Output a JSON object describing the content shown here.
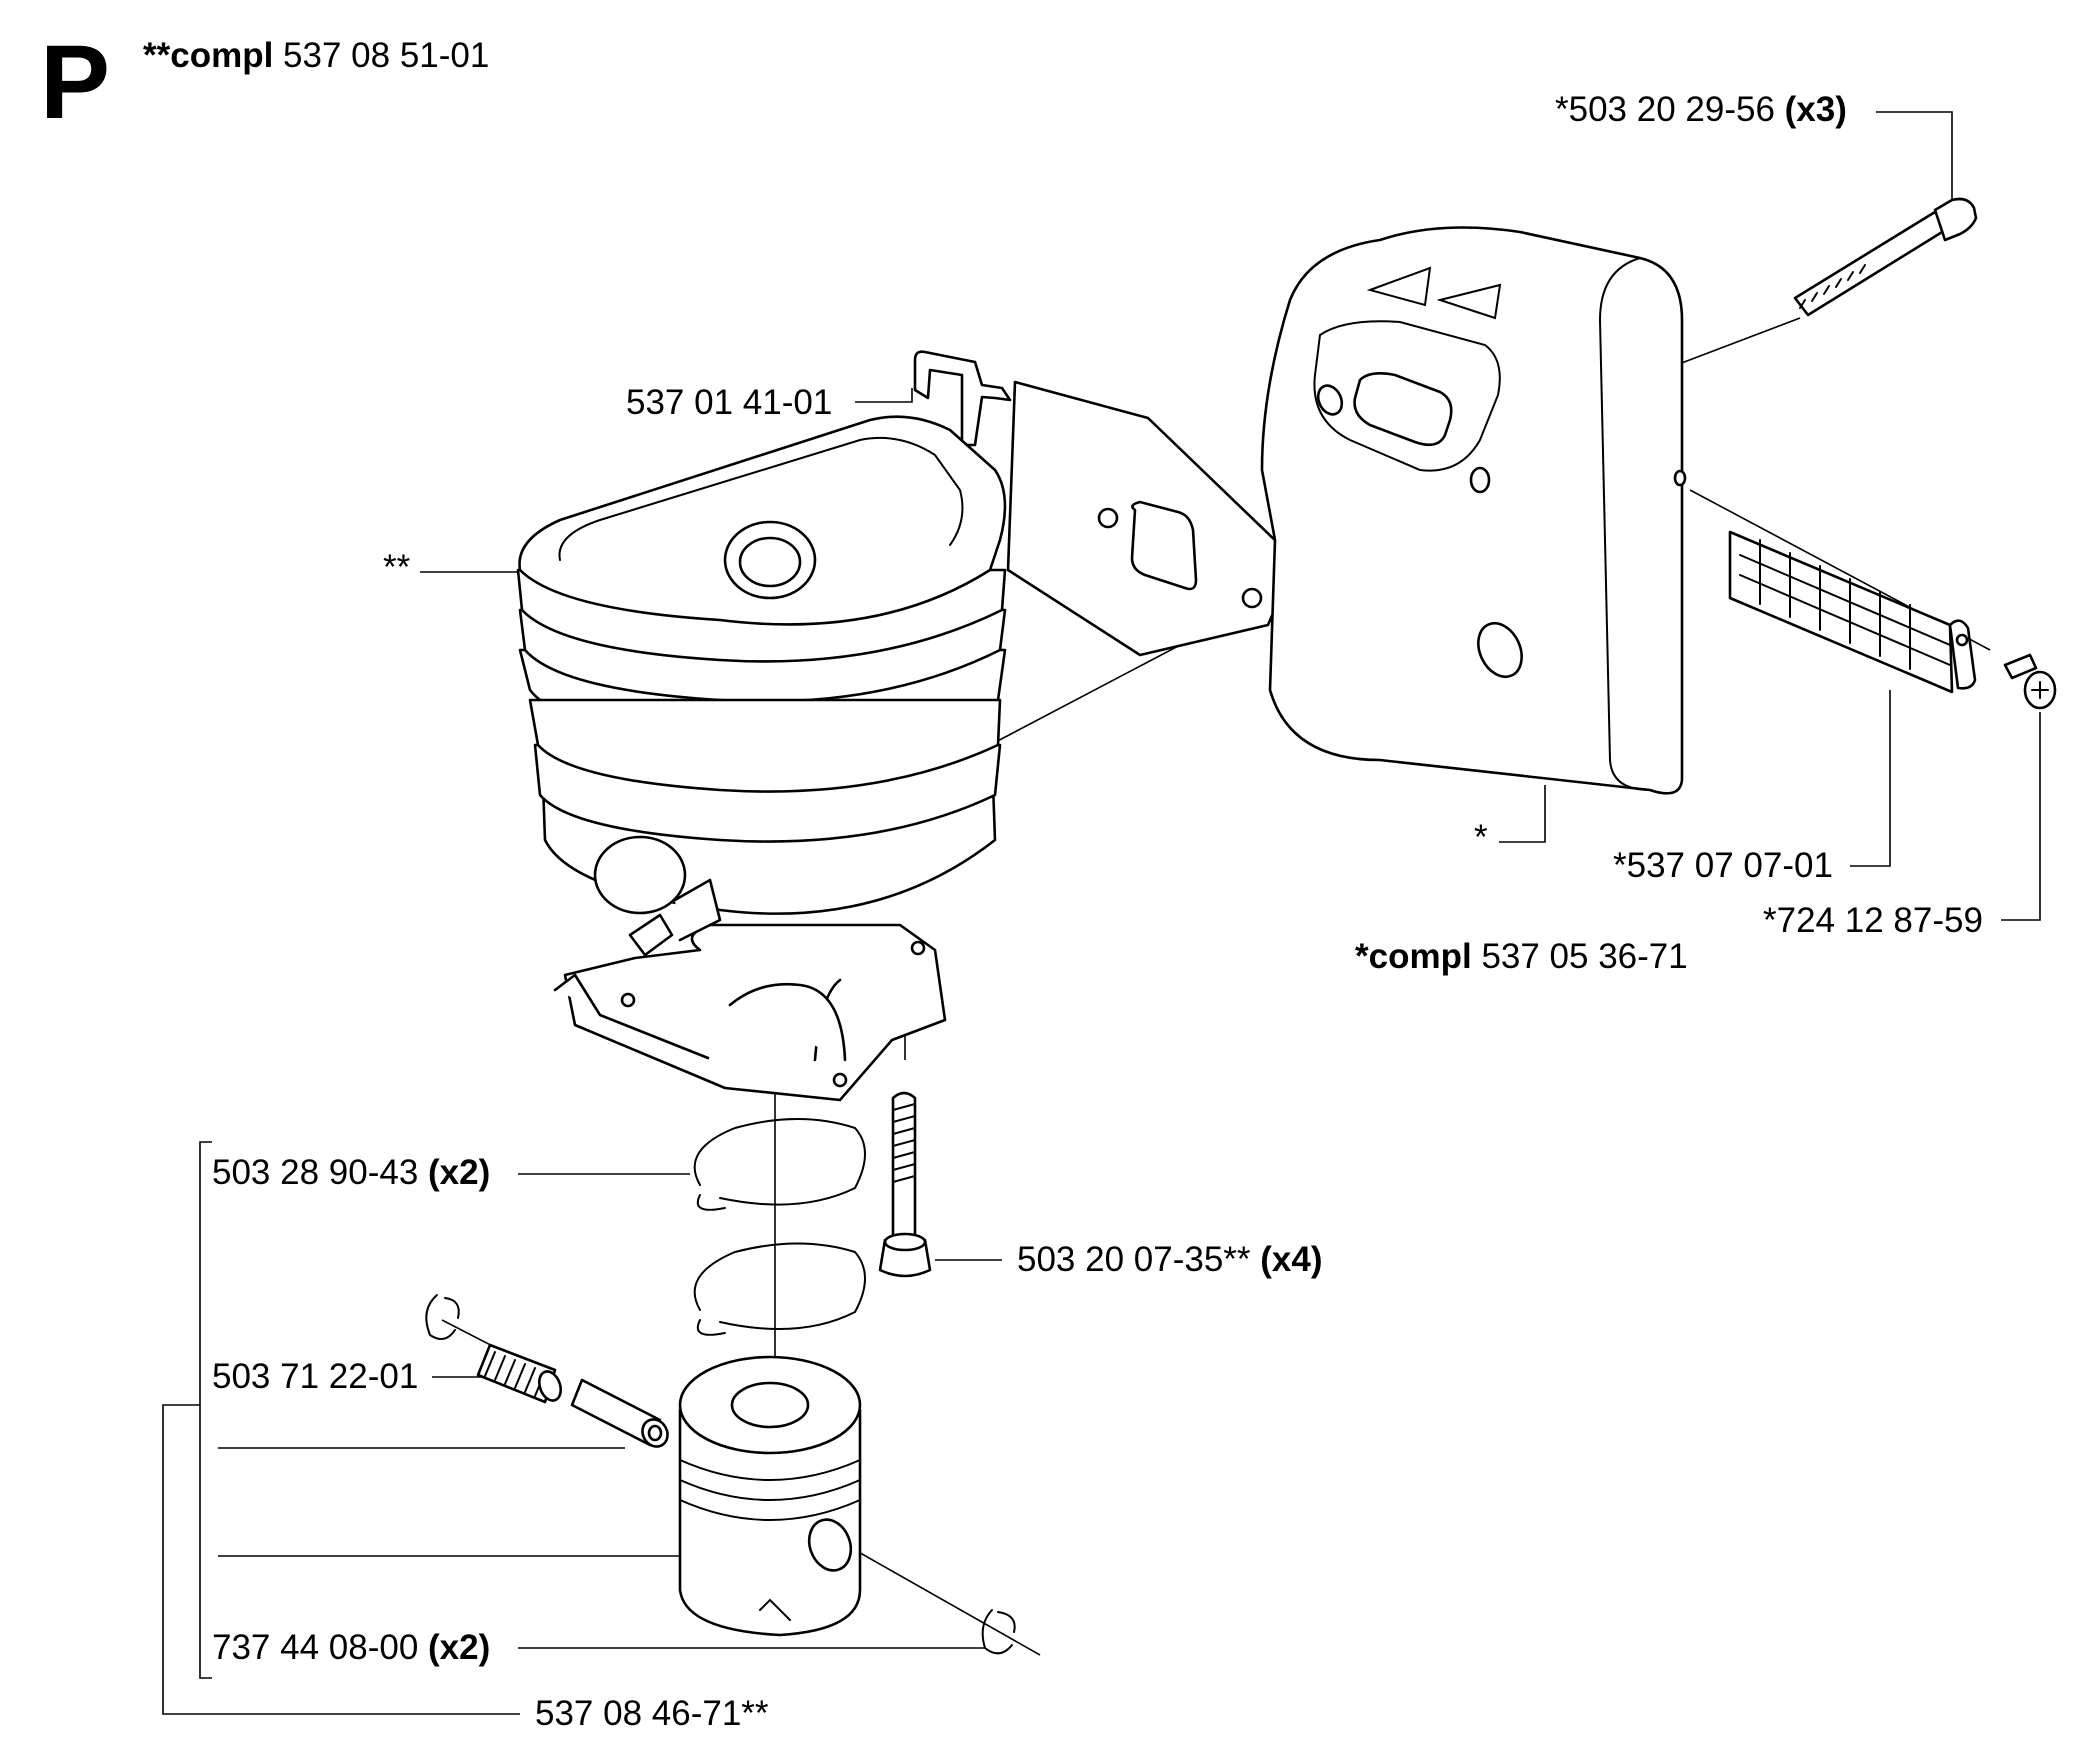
{
  "section_letter": "P",
  "assemblies": {
    "cylinder_compl": {
      "prefix": "**compl",
      "number": "537 08 51-01"
    },
    "muffler_compl": {
      "prefix": "*compl",
      "number": "537 05 36-71"
    }
  },
  "labels": {
    "screw_x3": {
      "number": "*503 20 29-56",
      "qty": "(x3)"
    },
    "gasket_plate": {
      "number": "537 01 41-01"
    },
    "cylinder": {
      "number": "**"
    },
    "muffler": {
      "number": "*"
    },
    "screen": {
      "number": "*537 07 07-01"
    },
    "small_screw": {
      "number": "*724 12 87-59"
    },
    "piston_ring": {
      "number": "503 28 90-43",
      "qty": "(x2)"
    },
    "cyl_bolt": {
      "number": "503 20 07-35**",
      "qty": "(x4)"
    },
    "needle_bearing": {
      "number": "503 71 22-01"
    },
    "circlip": {
      "number": "737 44 08-00",
      "qty": "(x2)"
    },
    "piston_kit": {
      "number": "537 08 46-71**"
    }
  }
}
